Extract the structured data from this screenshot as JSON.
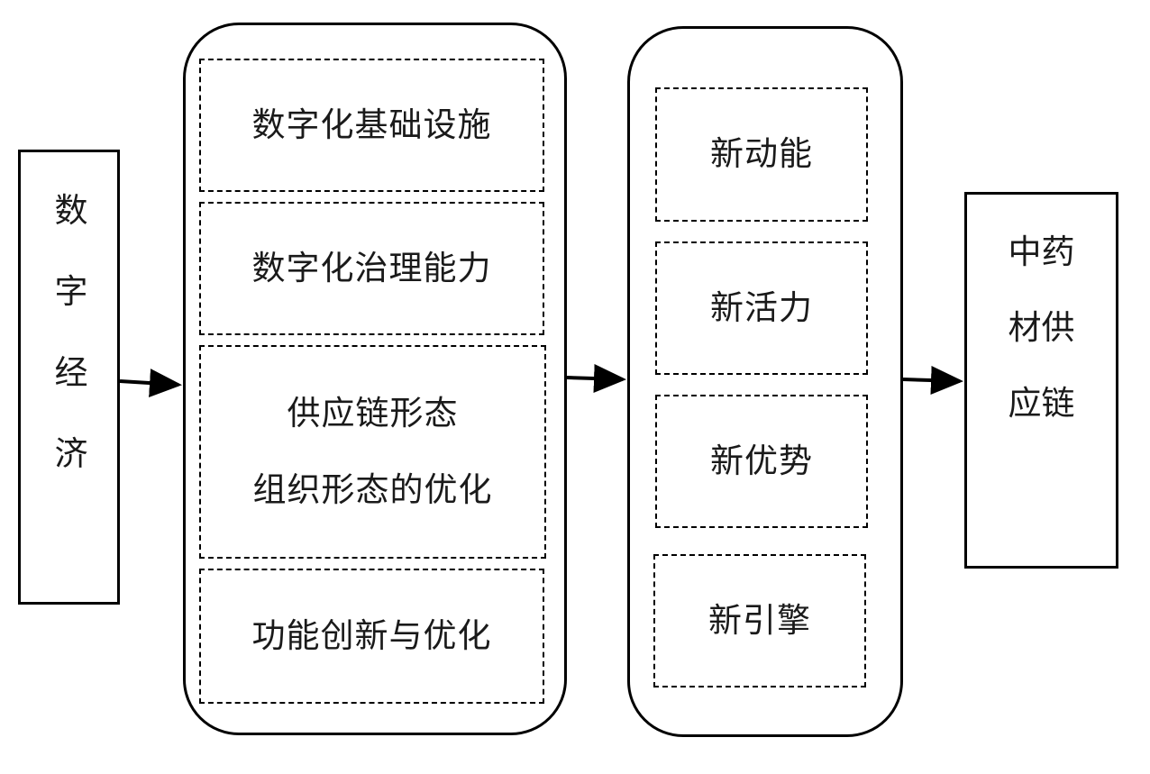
{
  "diagram": {
    "source": {
      "label_chars": [
        "数",
        "字",
        "经",
        "济"
      ]
    },
    "mechanisms": [
      {
        "label": "数字化基础设施"
      },
      {
        "label": "数字化治理能力"
      },
      {
        "label_lines": [
          "供应链形态",
          "组织形态的优化"
        ]
      },
      {
        "label": "功能创新与优化"
      }
    ],
    "effects": [
      {
        "label": "新动能"
      },
      {
        "label": "新活力"
      },
      {
        "label": "新优势"
      },
      {
        "label": "新引擎"
      }
    ],
    "target": {
      "label_lines": [
        "中药",
        "材供",
        "应链"
      ]
    }
  }
}
